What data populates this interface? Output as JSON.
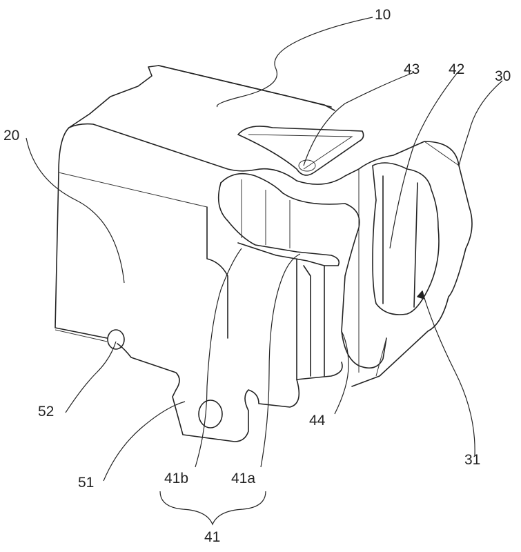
{
  "figure": {
    "labels": {
      "l10": "10",
      "l20": "20",
      "l30": "30",
      "l31": "31",
      "l41": "41",
      "l41a": "41a",
      "l41b": "41b",
      "l42": "42",
      "l43": "43",
      "l44": "44",
      "l51": "51",
      "l52": "52"
    }
  }
}
